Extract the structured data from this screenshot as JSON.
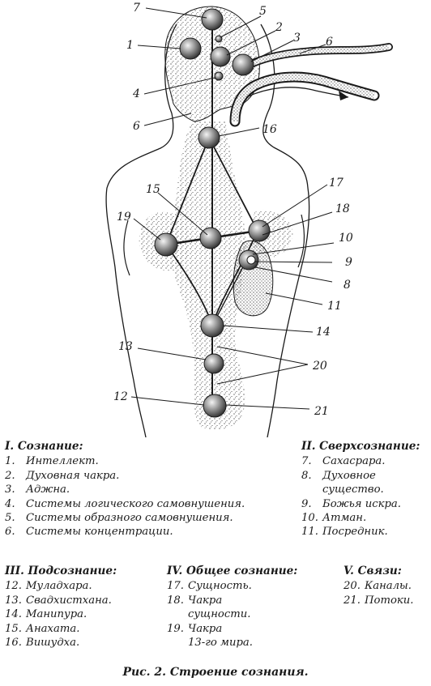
{
  "callouts": [
    "7",
    "5",
    "1",
    "2",
    "3",
    "6",
    "4",
    "6",
    "16",
    "15",
    "17",
    "18",
    "19",
    "10",
    "9",
    "8",
    "11",
    "14",
    "13",
    "20",
    "12",
    "21"
  ],
  "legend": {
    "consciousness": {
      "header": "I. Сознание:",
      "items": [
        {
          "num": "1.",
          "text": "Интеллект."
        },
        {
          "num": "2.",
          "text": "Духовная чакра."
        },
        {
          "num": "3.",
          "text": "Аджна."
        },
        {
          "num": "4.",
          "text": "Системы логического самовнушения."
        },
        {
          "num": "5.",
          "text": "Системы образного самовнушения."
        },
        {
          "num": "6.",
          "text": "Системы концентрации."
        }
      ]
    },
    "superconsciousness": {
      "header": "II. Сверхсознание:",
      "items": [
        {
          "num": "7.",
          "text": "Сахасрара."
        },
        {
          "num": "8.",
          "text": "Духовное\nсущество."
        },
        {
          "num": "9.",
          "text": "Божья искра."
        },
        {
          "num": "10.",
          "text": "Атман."
        },
        {
          "num": "11.",
          "text": "Посредник."
        }
      ]
    },
    "subconsciousness": {
      "header": "III. Подсознание:",
      "items": [
        {
          "num": "12.",
          "text": "Муладхара."
        },
        {
          "num": "13.",
          "text": "Свадхистхана."
        },
        {
          "num": "14.",
          "text": "Манипура."
        },
        {
          "num": "15.",
          "text": "Анахата."
        },
        {
          "num": "16.",
          "text": "Вишудха."
        }
      ]
    },
    "common": {
      "header": "IV. Общее сознание:",
      "items": [
        {
          "num": "17.",
          "text": "Сущность."
        },
        {
          "num": "18.",
          "text": "Чакра\nсущности."
        },
        {
          "num": "19.",
          "text": "Чакра\n13-го мира."
        }
      ]
    },
    "links": {
      "header": "V. Связи:",
      "items": [
        {
          "num": "20.",
          "text": "Каналы."
        },
        {
          "num": "21.",
          "text": "Потоки."
        }
      ]
    }
  },
  "caption": "Рис. 2. Строение сознания."
}
